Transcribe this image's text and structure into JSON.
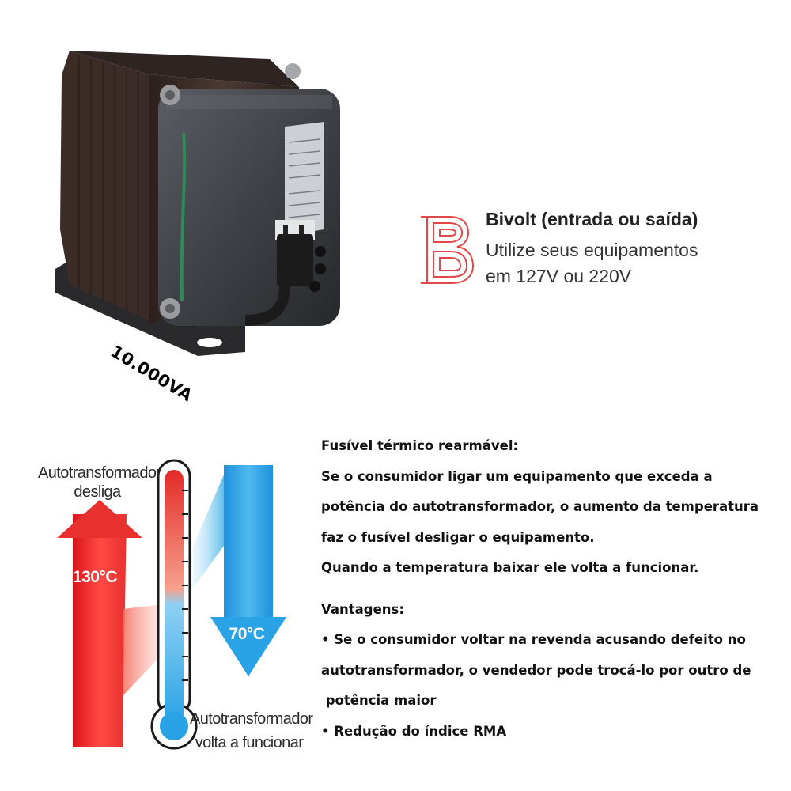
{
  "product": {
    "power_rating": "10.000VA"
  },
  "bivolt": {
    "title": "Bivolt (entrada ou saída)",
    "description_line1": "Utilize seus equipamentos",
    "description_line2": "em 127V ou 220V",
    "logo_color": "#e0484a"
  },
  "thermometer": {
    "shutdown_label_line1": "Autotransformador",
    "shutdown_label_line2": "desliga",
    "hot_temperature": "130°C",
    "cold_temperature": "70°C",
    "restart_label_line1": "Autotransformador",
    "restart_label_line2": "volta a funcionar",
    "hot_color": "#e8312f",
    "cold_color": "#29a3e6"
  },
  "fuse": {
    "heading": "Fusível térmico rearmável:",
    "lines": [
      "Se o consumidor ligar um equipamento que exceda a",
      "potência do autotransformador, o aumento da temperatura",
      "faz o fusível desligar o equipamento.",
      "Quando a temperatura baixar ele volta a funcionar."
    ]
  },
  "advantages": {
    "heading": "Vantagens:",
    "lines": [
      "• Se o consumidor voltar na revenda acusando defeito no",
      "autotransformador, o vendedor pode trocá-lo por outro de",
      " potência maior",
      "• Redução do índice RMA"
    ]
  }
}
